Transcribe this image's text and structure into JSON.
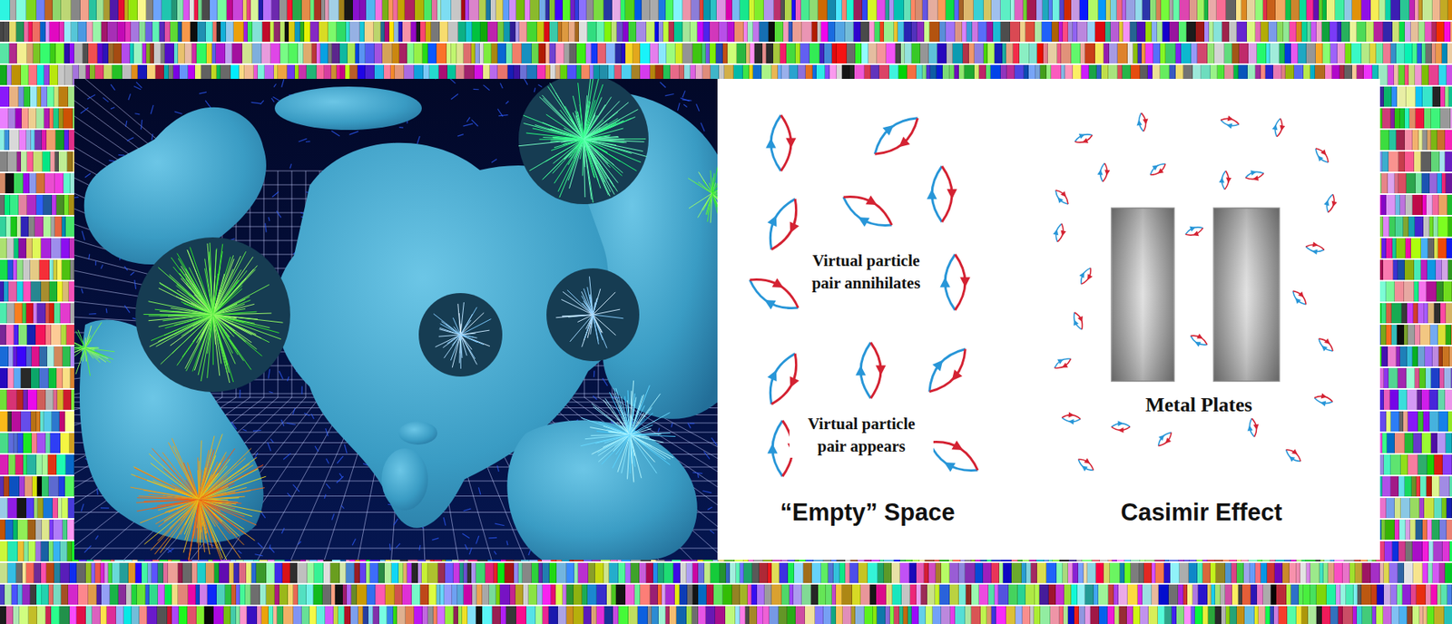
{
  "diagram": {
    "labels": [
      "Virtual particle pair annihilates",
      "Metal Plates",
      "Virtual particle pair appears",
      "“Empty” Space",
      "Casimir Effect"
    ]
  }
}
